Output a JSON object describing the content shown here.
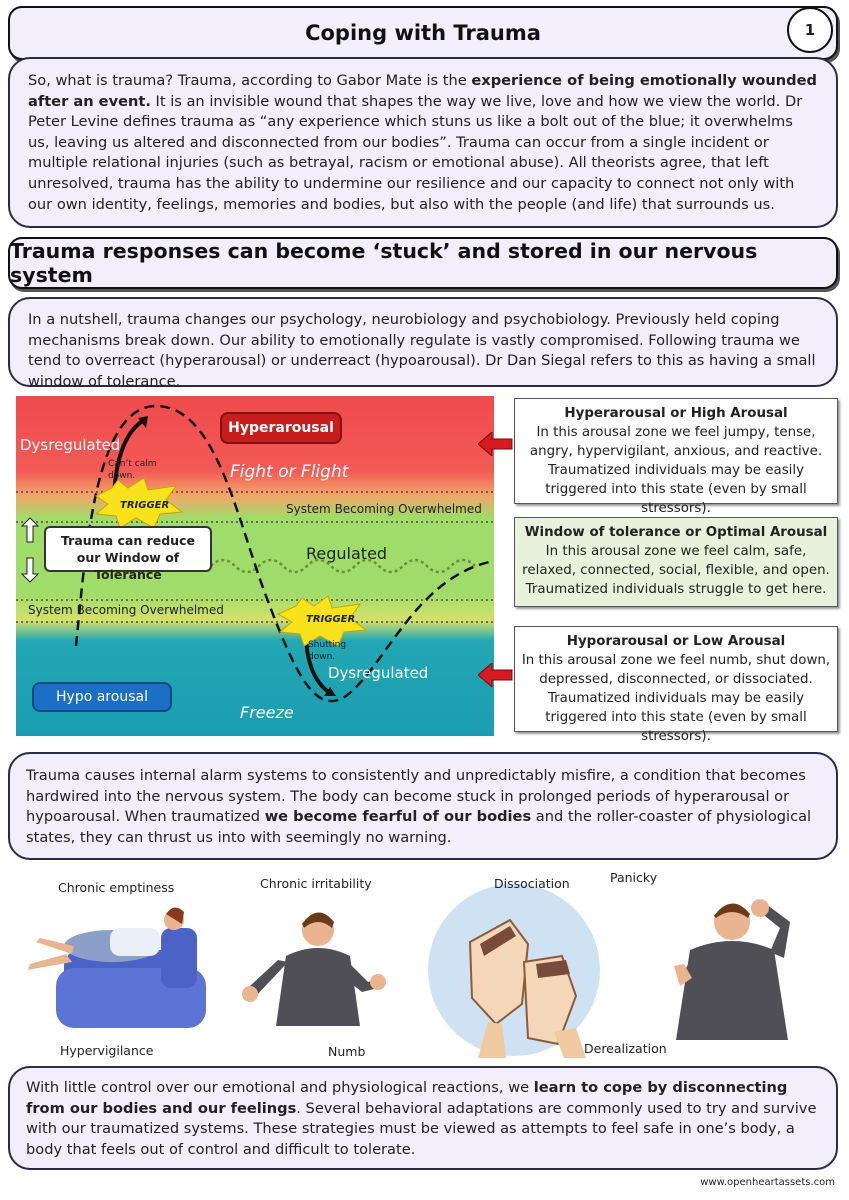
{
  "header": {
    "title": "Coping with Trauma",
    "page_number": "1"
  },
  "intro": {
    "p1_a": "So, what is trauma? Trauma, according to Gabor Mate is the ",
    "p1_bold": "experience of being emotionally wounded after an event.",
    "p1_b": " It is an invisible wound that shapes the way we live, love and how we view the world. Dr Peter Levine defines trauma as “any experience which stuns us like a bolt out of the blue; it overwhelms us, leaving us altered and disconnected from our bodies”. Trauma can occur from a single incident or multiple relational injuries (such as betrayal, racism or emotional abuse). All theorists agree, that left unresolved, trauma has the ability to undermine our resilience and our capacity to connect not only with our own identity, feelings, memories and bodies, but also with the people (and life) that surrounds us."
  },
  "section2": {
    "title": "Trauma responses can become ‘stuck’ and stored in our nervous system",
    "text": "In a nutshell, trauma changes our psychology, neurobiology and psychobiology. Previously held coping mechanisms break down. Our ability to emotionally regulate is vastly compromised. Following trauma we tend to overreact (hyperarousal) or underreact (hypoarousal). Dr Dan Siegal refers to this as having a small window of tolerance."
  },
  "diagram": {
    "dysregulated_top": "Dysregulated",
    "cant_calm": "Can’t calm down.",
    "hyperarousal_pill": "Hyperarousal",
    "fight_or_flight": "Fight or Flight",
    "trigger_1": "TRIGGER",
    "system_overwhelmed_top": "System Becoming Overwhelmed",
    "window_box": "Trauma can reduce our Window of Tolerance",
    "regulated": "Regulated",
    "system_overwhelmed_bottom": "System Becoming Overwhelmed",
    "trigger_2": "TRIGGER",
    "shutting_down": "Shutting down.",
    "dysregulated_bottom": "Dysregulated",
    "hypo_pill": "Hypo arousal",
    "freeze": "Freeze",
    "colors": {
      "red": "#ef4f4f",
      "green": "#9fdc6a",
      "teal": "#1ea1b3",
      "pill_red": "#c81d1d",
      "pill_blue": "#1b6fc4",
      "arrow": "#d71920"
    }
  },
  "cards": [
    {
      "heading": "Hyperarousal or High Arousal",
      "body": "In this arousal zone we feel jumpy, tense, angry, hypervigilant, anxious, and reactive. Traumatized individuals may be easily triggered into this state (even by small stressors)."
    },
    {
      "heading": "Window of tolerance or Optimal Arousal",
      "body": "In this arousal zone we feel calm, safe, relaxed, connected, social, flexible, and open. Traumatized individuals struggle to get here."
    },
    {
      "heading": "Hyporarousal or Low Arousal",
      "body": "In this arousal zone we feel numb, shut down, depressed, disconnected, or dissociated. Traumatized individuals may be easily triggered into this state (even by small stressors)."
    }
  ],
  "section3": {
    "a": "Trauma causes internal alarm systems to consistently and unpredictably misfire, a condition that becomes hardwired into the nervous system. The body can become stuck in prolonged periods of hyperarousal or hypoarousal. When traumatized ",
    "bold": "we become fearful of our bodies",
    "b": " and the roller-coaster of physiological states, they can thrust us into with seemingly no warning."
  },
  "illustrations": {
    "chronic_emptiness": "Chronic emptiness",
    "chronic_irritability": "Chronic irritability",
    "dissociation": "Dissociation",
    "panicky": "Panicky",
    "hypervigilance": "Hypervigilance",
    "numb": "Numb",
    "derealization": "Derealization"
  },
  "section4": {
    "a": "With little control over our emotional and physiological reactions, we ",
    "bold": "learn to cope by disconnecting from our bodies and our feelings",
    "b": ". Several behavioral adaptations are commonly used to try and survive with our traumatized systems. These strategies must be viewed as attempts to feel safe in one’s body, a body that feels out of control and difficult to tolerate."
  },
  "footer": "www.openheartassets.com"
}
